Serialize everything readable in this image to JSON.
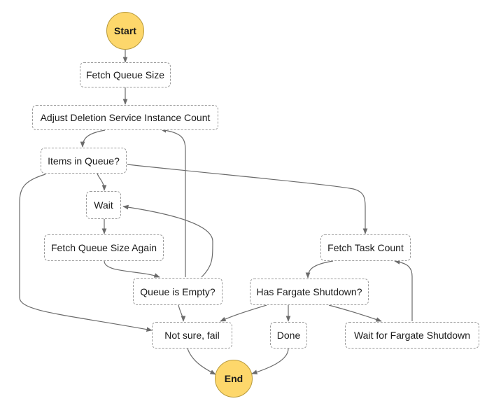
{
  "diagram": {
    "start": "Start",
    "end": "End",
    "states": {
      "fetch_queue_size": "Fetch Queue Size",
      "adjust_count": "Adjust Deletion Service Instance Count",
      "items_in_queue": "Items in Queue?",
      "wait": "Wait",
      "fetch_queue_size_again": "Fetch Queue Size Again",
      "queue_is_empty": "Queue is Empty?",
      "not_sure_fail": "Not sure, fail",
      "done": "Done",
      "fetch_task_count": "Fetch Task Count",
      "has_fargate_shutdown": "Has Fargate Shutdown?",
      "wait_for_fargate_shutdown": "Wait for Fargate Shutdown"
    },
    "colors": {
      "terminal_fill": "#fdd76b",
      "edge": "#6b6b6b",
      "node_border": "#9a9a9a"
    }
  }
}
